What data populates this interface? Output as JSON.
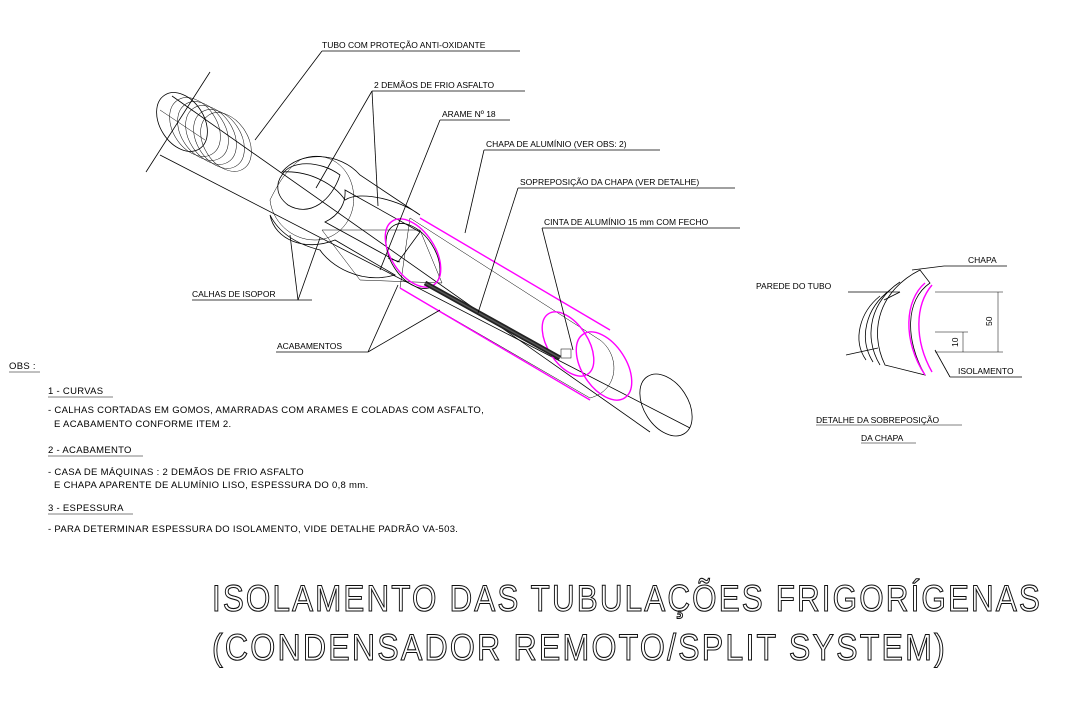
{
  "labels": {
    "tubo": "TUBO COM PROTEÇÃO ANTI-OXIDANTE",
    "demaos": "2 DEMÃOS DE FRIO ASFALTO",
    "arame": "ARAME Nº 18",
    "chapa_aluminio": "CHAPA DE ALUMÍNIO (VER OBS: 2)",
    "sobreposicao": "SOPREPOSIÇÃO DA CHAPA (VER DETALHE)",
    "cinta": "CINTA DE ALUMÍNIO 15 mm COM FECHO",
    "calhas": "CALHAS DE ISOPOR",
    "acabamentos": "ACABAMENTOS"
  },
  "detail": {
    "chapa": "CHAPA",
    "parede": "PAREDE DO TUBO",
    "isolamento": "ISOLAMENTO",
    "dim_50": "50",
    "dim_10": "10",
    "caption_line1": "DETALHE DA SOBREPOSIÇÃO",
    "caption_line2": "DA CHAPA"
  },
  "notes": {
    "obs": "OBS :",
    "h1": "1 - CURVAS",
    "t1a": "- CALHAS CORTADAS EM GOMOS, AMARRADAS COM ARAMES E COLADAS COM ASFALTO,",
    "t1b": "E ACABAMENTO CONFORME ITEM 2.",
    "h2": "2 - ACABAMENTO",
    "t2a": "- CASA DE MÁQUINAS  : 2 DEMÃOS DE FRIO ASFALTO",
    "t2b": "E CHAPA APARENTE DE ALUMÍNIO LISO, ESPESSURA DO 0,8 mm.",
    "h3": "3 - ESPESSURA",
    "t3": "- PARA DETERMINAR ESPESSURA DO ISOLAMENTO, VIDE DETALHE PADRÃO VA-503."
  },
  "title": {
    "line1": "ISOLAMENTO DAS TUBULAÇÕES FRIGORÍGENAS",
    "line2": "(CONDENSADOR REMOTO/SPLIT SYSTEM)"
  },
  "colors": {
    "line": "#000000",
    "aluminium_outline": "#ff00ff",
    "background": "#ffffff"
  }
}
